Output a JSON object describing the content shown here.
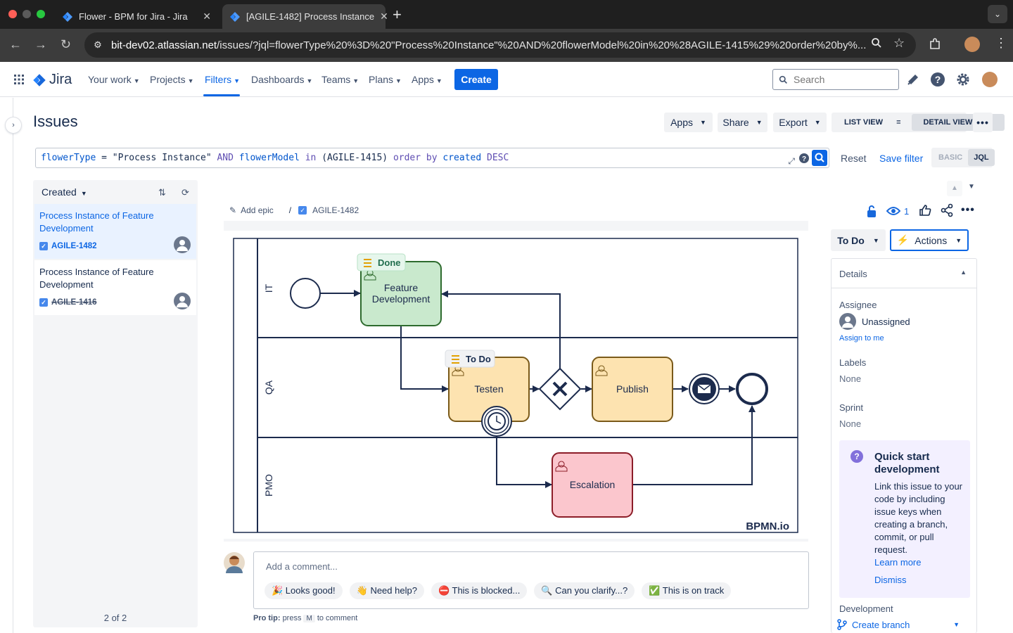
{
  "browser": {
    "tabs": [
      {
        "title": "Flower - BPM for Jira - Jira",
        "active": false
      },
      {
        "title": "[AGILE-1482] Process Instance",
        "active": true
      }
    ],
    "url_host": "bit-dev02.atlassian.net",
    "url_path": "/issues/?jql=flowerType%20%3D%20\"Process%20Instance\"%20AND%20flowerModel%20in%20%28AGILE-1415%29%20order%20by%..."
  },
  "nav": {
    "logo": "Jira",
    "items": [
      "Your work",
      "Projects",
      "Filters",
      "Dashboards",
      "Teams",
      "Plans",
      "Apps"
    ],
    "active": "Filters",
    "create": "Create",
    "search_placeholder": "Search"
  },
  "page": {
    "title": "Issues",
    "apps": "Apps",
    "share": "Share",
    "export": "Export",
    "list_view": "LIST VIEW",
    "detail_view": "DETAIL VIEW"
  },
  "jql": {
    "field1": "flowerType",
    "op1": "=",
    "val1": "\"Process Instance\"",
    "and": "AND",
    "field2": "flowerModel",
    "in": "in",
    "val2": "(AGILE-1415)",
    "order": "order by",
    "field3": "created",
    "dir": "DESC",
    "reset": "Reset",
    "save": "Save filter",
    "basic": "BASIC",
    "jql": "JQL"
  },
  "list": {
    "sort": "Created",
    "items": [
      {
        "title": "Process Instance of Feature Development",
        "key": "AGILE-1482",
        "selected": true
      },
      {
        "title": "Process Instance of Feature Development",
        "key": "AGILE-1416",
        "selected": false
      }
    ],
    "count": "2 of 2"
  },
  "issue": {
    "add_epic": "Add epic",
    "key": "AGILE-1482",
    "watchers": "1",
    "status": "To Do",
    "actions": "Actions"
  },
  "bpmn": {
    "lanes": [
      "IT",
      "QA",
      "PMO"
    ],
    "tasks": {
      "feature": {
        "line1": "Feature",
        "line2": "Development",
        "badge": "Done"
      },
      "testen": {
        "label": "Testen",
        "badge": "To Do"
      },
      "publish": {
        "label": "Publish"
      },
      "escalation": {
        "label": "Escalation"
      }
    },
    "watermark": "BPMN.io",
    "colors": {
      "done_fill": "#c9e9cd",
      "done_stroke": "#2e6b2e",
      "todo_fill": "#fde3b0",
      "todo_stroke": "#7a5a1a",
      "esc_fill": "#fbc6cd",
      "esc_stroke": "#8c1d28",
      "line": "#1c2b4d"
    }
  },
  "comment": {
    "placeholder": "Add a comment...",
    "chips": [
      "🎉 Looks good!",
      "👋 Need help?",
      "⛔ This is blocked...",
      "🔍 Can you clarify...?",
      "✅ This is on track"
    ],
    "protip_prefix": "Pro tip:",
    "protip_press": "press",
    "protip_key": "M",
    "protip_suffix": "to comment"
  },
  "details": {
    "header": "Details",
    "assignee_label": "Assignee",
    "assignee": "Unassigned",
    "assign_me": "Assign to me",
    "labels_label": "Labels",
    "labels": "None",
    "sprint_label": "Sprint",
    "sprint": "None",
    "quickstart": {
      "title": "Quick start development",
      "body": "Link this issue to your code by including issue keys when creating a branch, commit, or pull request.",
      "learn": "Learn more",
      "dismiss": "Dismiss"
    },
    "dev_label": "Development",
    "create_branch": "Create branch"
  }
}
